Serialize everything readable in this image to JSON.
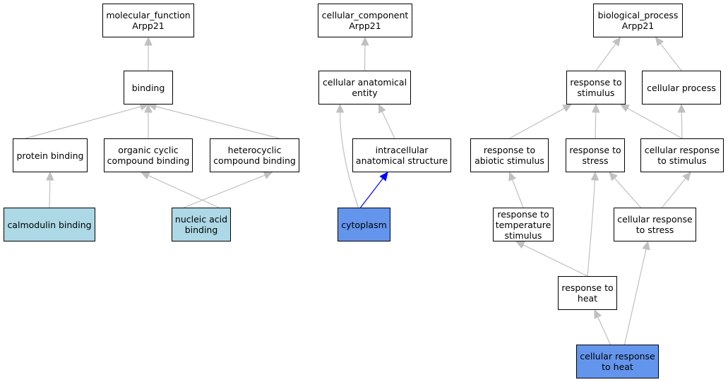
{
  "nodes": [
    {
      "id": "mf_root",
      "label": "molecular_function\nArpp21",
      "fill": "white"
    },
    {
      "id": "binding",
      "label": "binding",
      "fill": "white"
    },
    {
      "id": "protein_binding",
      "label": "protein binding",
      "fill": "white"
    },
    {
      "id": "organic_cyclic",
      "label": "organic cyclic\ncompound binding",
      "fill": "white"
    },
    {
      "id": "heterocyclic",
      "label": "heterocyclic\ncompound binding",
      "fill": "white"
    },
    {
      "id": "calmodulin",
      "label": "calmodulin binding",
      "fill": "light"
    },
    {
      "id": "nucleic_acid",
      "label": "nucleic acid\nbinding",
      "fill": "light"
    },
    {
      "id": "cc_root",
      "label": "cellular_component\nArpp21",
      "fill": "white"
    },
    {
      "id": "cell_anat",
      "label": "cellular anatomical\nentity",
      "fill": "white"
    },
    {
      "id": "intracell",
      "label": "intracellular\nanatomical structure",
      "fill": "white"
    },
    {
      "id": "cytoplasm",
      "label": "cytoplasm",
      "fill": "blue"
    },
    {
      "id": "bp_root",
      "label": "biological_process\nArpp21",
      "fill": "white"
    },
    {
      "id": "resp_stim",
      "label": "response to\nstimulus",
      "fill": "white"
    },
    {
      "id": "cell_proc",
      "label": "cellular process",
      "fill": "white"
    },
    {
      "id": "resp_abiotic",
      "label": "response to\nabiotic stimulus",
      "fill": "white"
    },
    {
      "id": "resp_stress",
      "label": "response to\nstress",
      "fill": "white"
    },
    {
      "id": "cell_resp_stim",
      "label": "cellular response\nto stimulus",
      "fill": "white"
    },
    {
      "id": "resp_temp",
      "label": "response to\ntemperature\nstimulus",
      "fill": "white"
    },
    {
      "id": "cell_resp_stress",
      "label": "cellular response\nto stress",
      "fill": "white"
    },
    {
      "id": "resp_heat",
      "label": "response to\nheat",
      "fill": "white"
    },
    {
      "id": "cell_resp_heat",
      "label": "cellular response\nto heat",
      "fill": "blue"
    }
  ],
  "edges": [
    {
      "from": "binding",
      "to": "mf_root",
      "color": "#c0c0c0"
    },
    {
      "from": "protein_binding",
      "to": "binding",
      "color": "#c0c0c0"
    },
    {
      "from": "organic_cyclic",
      "to": "binding",
      "color": "#c0c0c0"
    },
    {
      "from": "heterocyclic",
      "to": "binding",
      "color": "#c0c0c0"
    },
    {
      "from": "calmodulin",
      "to": "protein_binding",
      "color": "#c0c0c0"
    },
    {
      "from": "nucleic_acid",
      "to": "organic_cyclic",
      "color": "#c0c0c0"
    },
    {
      "from": "nucleic_acid",
      "to": "heterocyclic",
      "color": "#c0c0c0"
    },
    {
      "from": "cell_anat",
      "to": "cc_root",
      "color": "#c0c0c0"
    },
    {
      "from": "intracell",
      "to": "cell_anat",
      "color": "#c0c0c0"
    },
    {
      "from": "cytoplasm",
      "to": "cell_anat",
      "color": "#c0c0c0"
    },
    {
      "from": "cytoplasm",
      "to": "intracell",
      "color": "#0000ff"
    },
    {
      "from": "resp_stim",
      "to": "bp_root",
      "color": "#c0c0c0"
    },
    {
      "from": "cell_proc",
      "to": "bp_root",
      "color": "#c0c0c0"
    },
    {
      "from": "resp_abiotic",
      "to": "resp_stim",
      "color": "#c0c0c0"
    },
    {
      "from": "resp_stress",
      "to": "resp_stim",
      "color": "#c0c0c0"
    },
    {
      "from": "cell_resp_stim",
      "to": "resp_stim",
      "color": "#c0c0c0"
    },
    {
      "from": "cell_resp_stim",
      "to": "cell_proc",
      "color": "#c0c0c0"
    },
    {
      "from": "resp_temp",
      "to": "resp_abiotic",
      "color": "#c0c0c0"
    },
    {
      "from": "cell_resp_stress",
      "to": "resp_stress",
      "color": "#c0c0c0"
    },
    {
      "from": "cell_resp_stress",
      "to": "cell_resp_stim",
      "color": "#c0c0c0"
    },
    {
      "from": "resp_heat",
      "to": "resp_temp",
      "color": "#c0c0c0"
    },
    {
      "from": "resp_heat",
      "to": "resp_stress",
      "color": "#c0c0c0"
    },
    {
      "from": "cell_resp_heat",
      "to": "resp_heat",
      "color": "#c0c0c0"
    },
    {
      "from": "cell_resp_heat",
      "to": "cell_resp_stress",
      "color": "#c0c0c0"
    }
  ],
  "colors": {
    "white": "#ffffff",
    "light": "#add8e6",
    "blue": "#6495ed",
    "edge_default": "#c0c0c0",
    "edge_highlight": "#0000ff"
  }
}
